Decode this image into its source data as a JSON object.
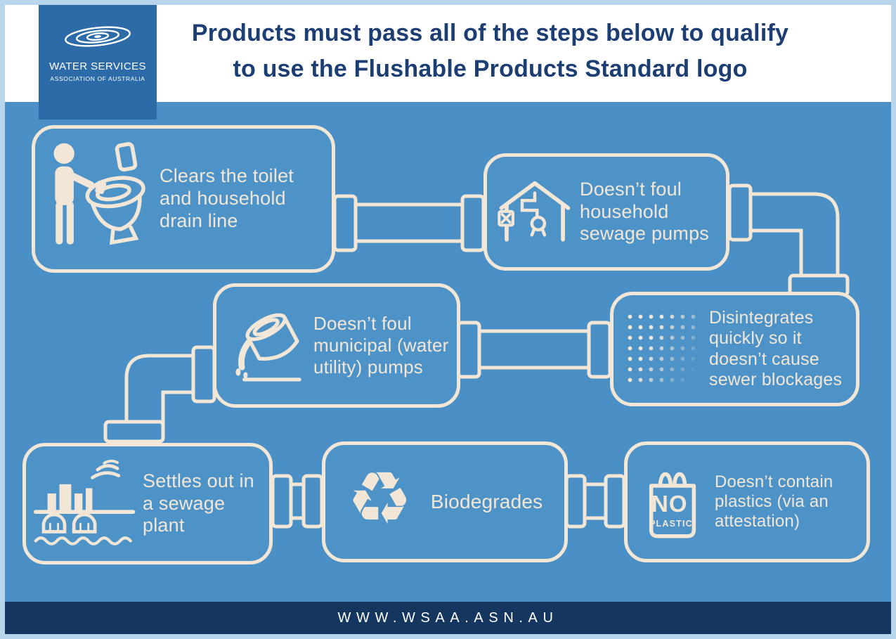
{
  "header": {
    "title_line1": "Products must pass all of the steps below to qualify",
    "title_line2": "to use the Flushable Products Standard logo"
  },
  "logo": {
    "name": "WATER SERVICES",
    "subtitle": "ASSOCIATION OF AUSTRALIA"
  },
  "steps": [
    {
      "icon": "person-flushing-toilet-icon",
      "label": "Clears the toilet and household drain line"
    },
    {
      "icon": "house-sewage-pump-icon",
      "label": "Doesn’t foul household sewage pumps"
    },
    {
      "icon": "municipal-pump-pouring-icon",
      "label": "Doesn’t foul municipal (water utility) pumps"
    },
    {
      "icon": "disintegration-dots-icon",
      "label": "Disintegrates quickly so it doesn’t cause sewer blockages"
    },
    {
      "icon": "sewage-plant-icon",
      "label": "Settles out in a sewage plant"
    },
    {
      "icon": "recycle-icon",
      "label": "Biodegrades"
    },
    {
      "icon": "no-plastic-bag-icon",
      "label": "Doesn’t contain plastics (via an attestation)"
    }
  ],
  "icons": {
    "recycle_glyph": "♻"
  },
  "no_plastic_bag": {
    "line1": "NO",
    "line2": "PLASTIC"
  },
  "footer": {
    "url": "WWW.WSAA.ASN.AU"
  },
  "colors": {
    "background": "#4a8fc6",
    "box_fill": "#4e93c8",
    "cream": "#f2e7d6",
    "navy": "#1c3e73",
    "footer_navy": "#14365f",
    "logo_blue": "#2c6ba7",
    "frame": "#b9d5ec",
    "white": "#ffffff"
  }
}
